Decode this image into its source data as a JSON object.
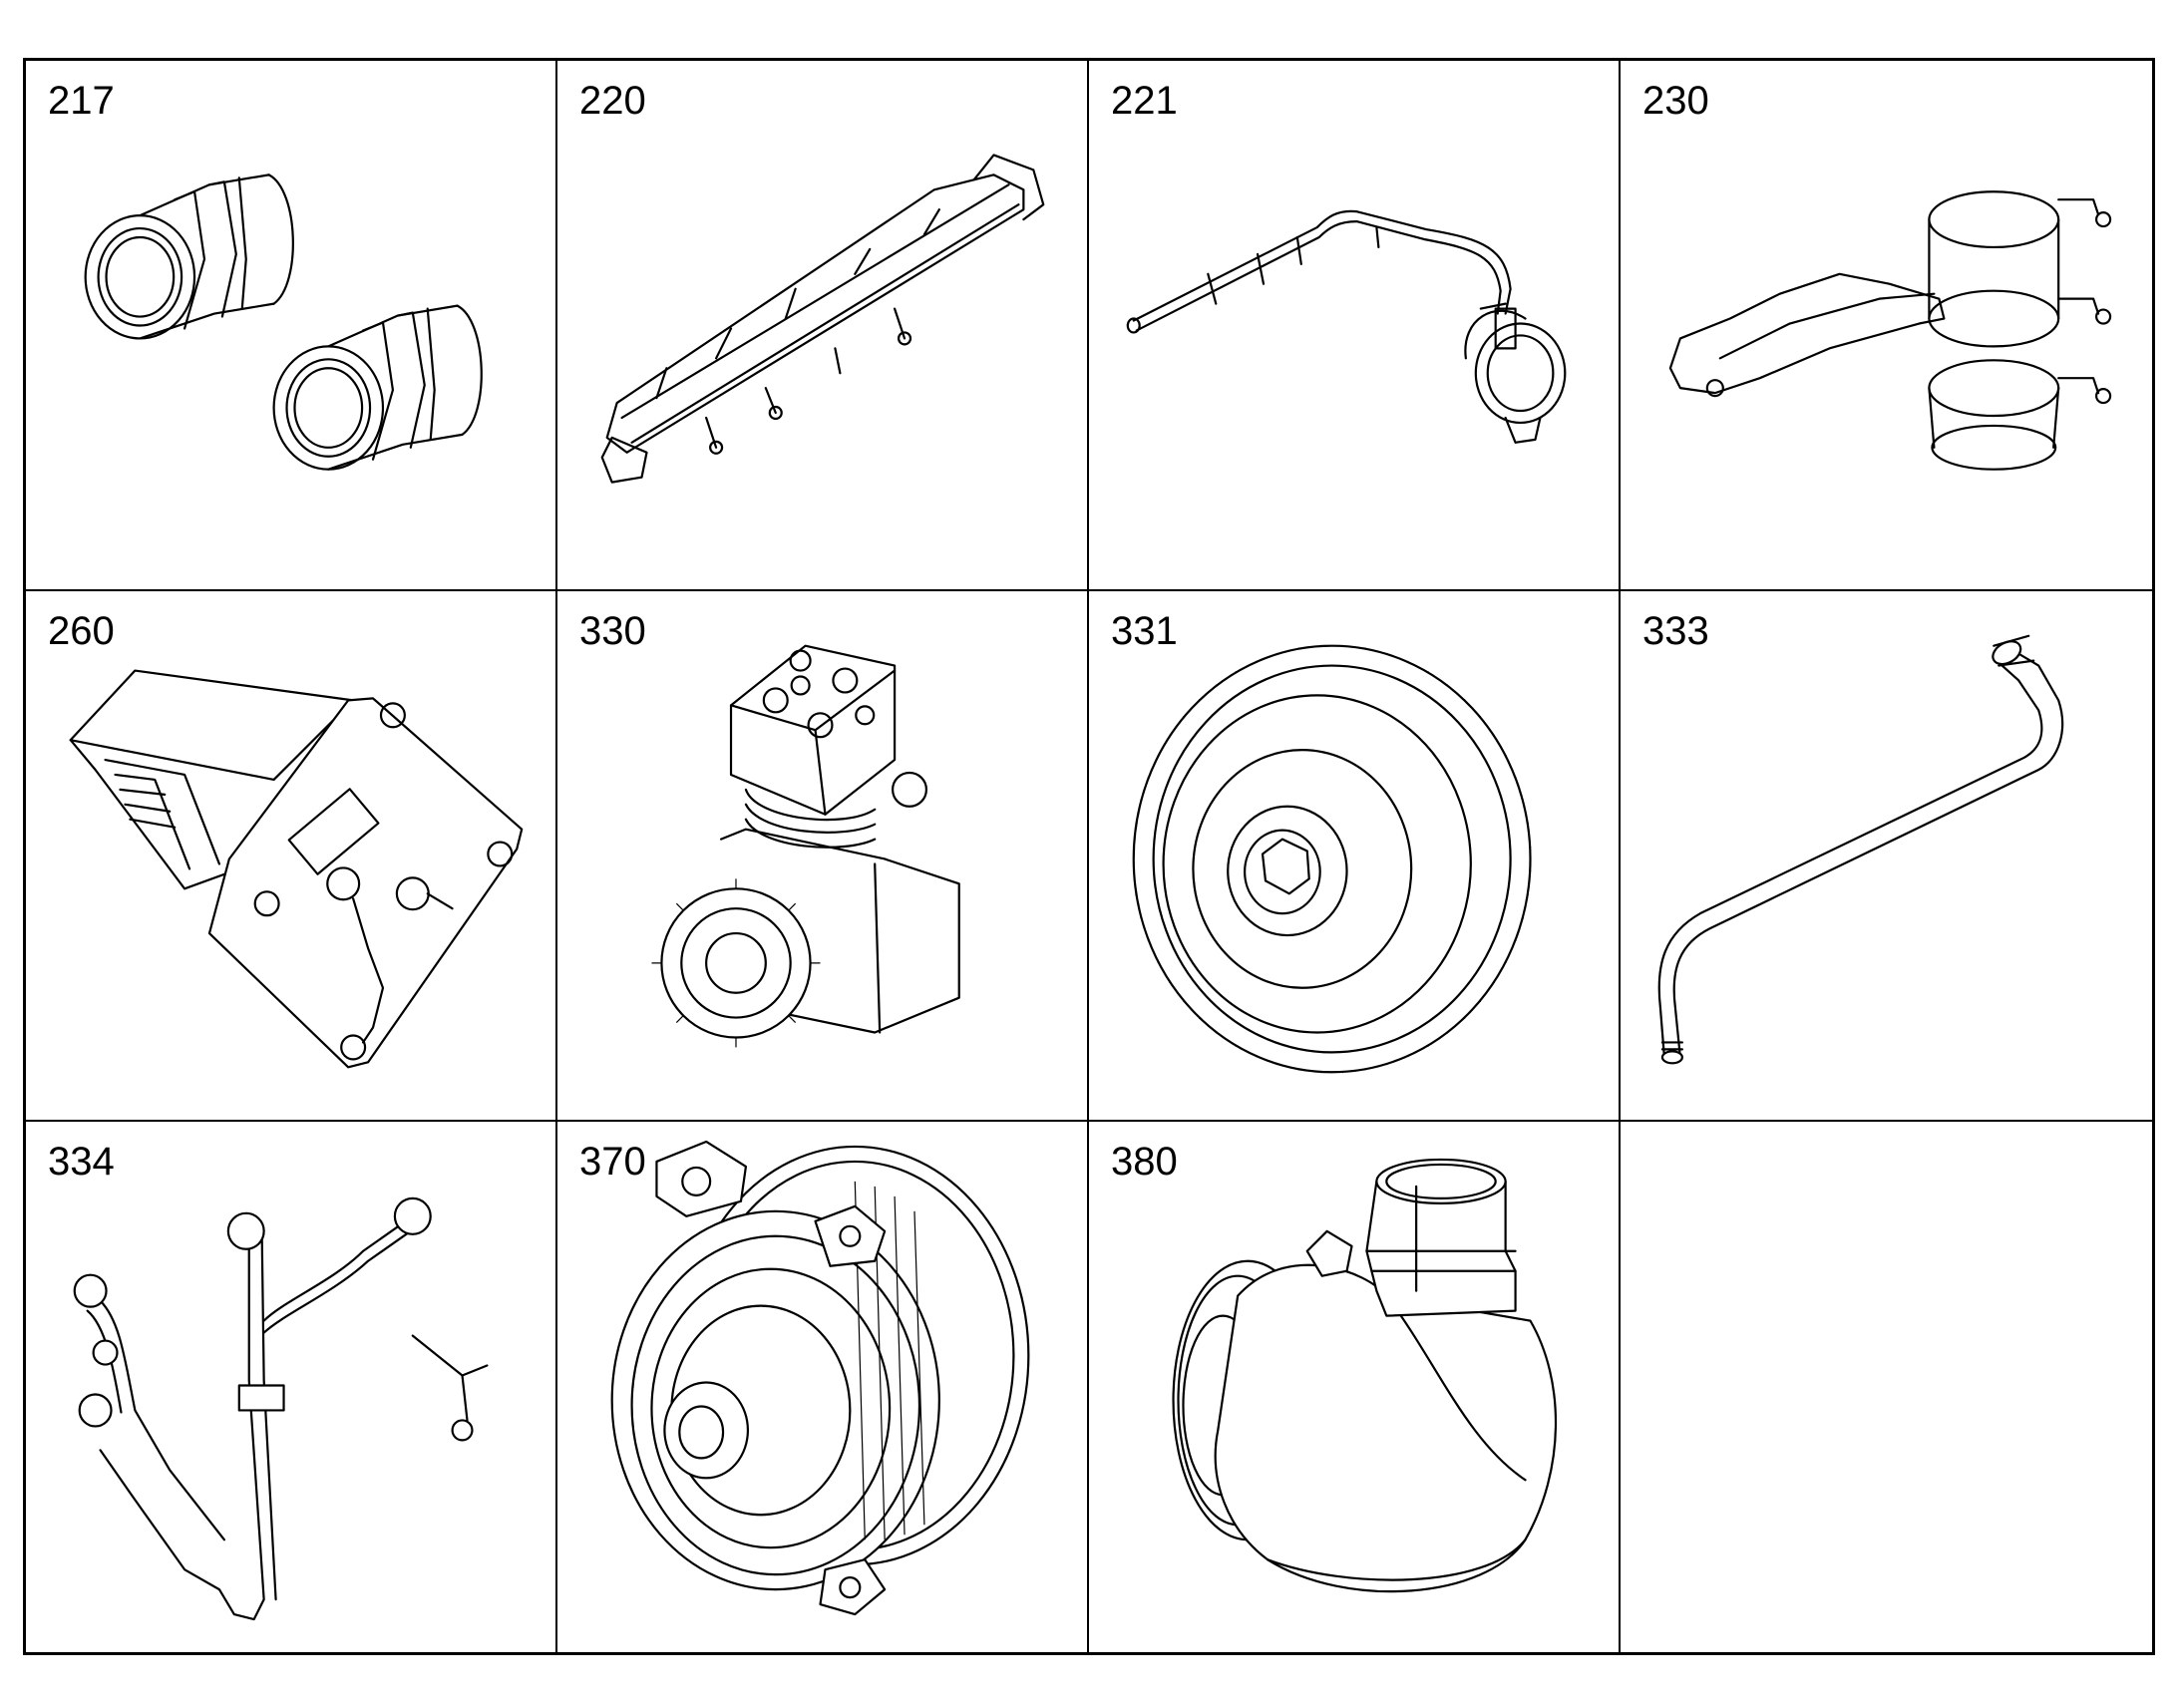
{
  "cells": [
    {
      "number": "217",
      "icon": "threaded-union-fittings-icon"
    },
    {
      "number": "220",
      "icon": "inlet-manifold-frame-icon"
    },
    {
      "number": "221",
      "icon": "pipe-with-clamp-icon"
    },
    {
      "number": "230",
      "icon": "bracket-with-hose-clamps-icon"
    },
    {
      "number": "260",
      "icon": "control-unit-on-bracket-icon"
    },
    {
      "number": "330",
      "icon": "air-compressor-icon"
    },
    {
      "number": "331",
      "icon": "idler-gear-icon"
    },
    {
      "number": "333",
      "icon": "bent-pipe-icon"
    },
    {
      "number": "334",
      "icon": "pipe-harness-icon"
    },
    {
      "number": "370",
      "icon": "coolant-pump-icon"
    },
    {
      "number": "380",
      "icon": "thermostat-housing-icon"
    },
    {
      "number": "",
      "icon": ""
    }
  ]
}
